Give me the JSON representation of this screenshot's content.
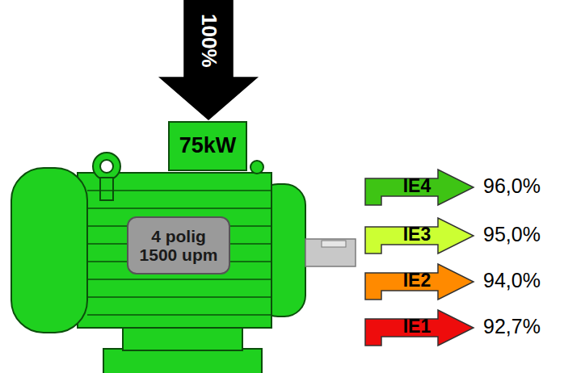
{
  "diagram": {
    "nodes": [
      {
        "text": [
          "100%"
        ]
      },
      {
        "text": [
          "75kW"
        ]
      },
      {
        "text": [
          "4 polig 1500 upm"
        ]
      },
      {
        "text": [
          "IE4"
        ]
      },
      {
        "text": [
          "IE3"
        ]
      },
      {
        "text": [
          "IE2"
        ]
      },
      {
        "text": [
          "IE1"
        ]
      }
    ],
    "labels": [
      "96,0%",
      "95,0%",
      "94,0%",
      "92,7%"
    ]
  }
}
